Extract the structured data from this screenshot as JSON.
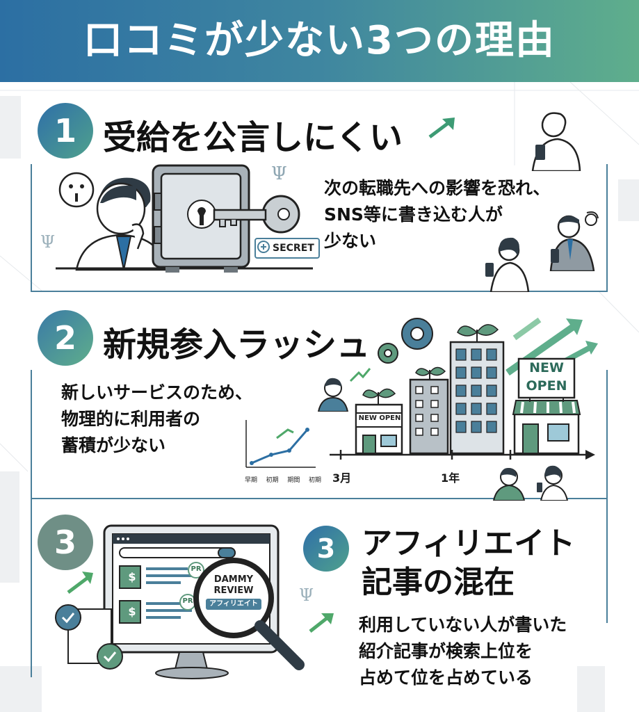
{
  "title": "口コミが少ない3つの理由",
  "sections": [
    {
      "number": "1",
      "title": "受給を公言しにくい",
      "lines": [
        "次の転職先への影響を恐れ、",
        "SNS等に書き込む人が",
        "少ない"
      ],
      "tag": "SECRET"
    },
    {
      "number": "2",
      "title": "新規参入ラッシュ",
      "lines": [
        "新しいサービスのため、",
        "物理的に利用者の",
        "蓄積が少ない"
      ],
      "timeline": [
        "3月",
        "1年"
      ],
      "store_sign": "NEW OPEN",
      "new_open_sign": [
        "NEW",
        "OPEN"
      ],
      "chart_labels": [
        "早期",
        "初期",
        "期間",
        "初期"
      ]
    },
    {
      "number": "3",
      "badge_number": "3",
      "title_lines": [
        "アフィリエイト",
        "記事の混在"
      ],
      "lines": [
        "利用していない人が書いた",
        "紹介記事が検索上位を",
        "占めて位を占めている"
      ],
      "magnifier": [
        "DAMMY",
        "REVIEW",
        "アフィリエイト"
      ],
      "pr_badge": "PR",
      "dollar": "$"
    }
  ],
  "colors": {
    "blue": "#2c6fa3",
    "green": "#5fae8c",
    "dark": "#2f3b45"
  }
}
